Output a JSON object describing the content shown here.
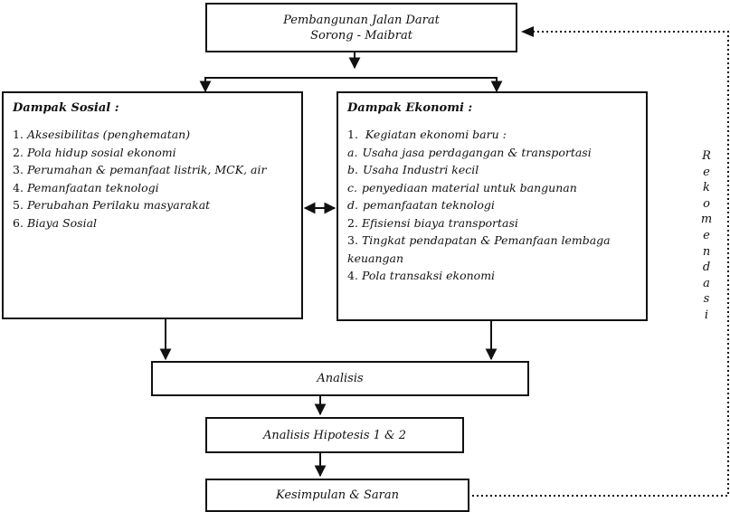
{
  "diagram": {
    "top_fragment": "",
    "top_box": {
      "line1": "Pembangunan  Jalan Darat",
      "line2": "Sorong - Maibrat"
    },
    "social_panel": {
      "title": "Dampak Sosial :",
      "items": [
        {
          "num": "1.",
          "text": "Aksesibilitas (penghematan)"
        },
        {
          "num": "2.",
          "text": "Pola hidup sosial ekonomi"
        },
        {
          "num": "3.",
          "text": "Perumahan & pemanfaat listrik, MCK, air"
        },
        {
          "num": "4.",
          "text": "Pemanfaatan teknologi"
        },
        {
          "num": "5.",
          "text": "Perubahan Perilaku masyarakat"
        },
        {
          "num": "6.",
          "text": "Biaya Sosial"
        }
      ]
    },
    "economic_panel": {
      "title": "Dampak Ekonomi :",
      "item1": {
        "num": "1.",
        "text": "Kegiatan ekonomi baru :"
      },
      "subitems": [
        {
          "letter": "a.",
          "text": "Usaha jasa perdagangan & transportasi"
        },
        {
          "letter": "b.",
          "text": "Usaha Industri kecil"
        },
        {
          "letter": "c.",
          "text": "penyediaan material untuk bangunan"
        },
        {
          "letter": "d.",
          "text": "pemanfaatan teknologi"
        }
      ],
      "items": [
        {
          "num": "2.",
          "text": "Efisiensi biaya transportasi"
        },
        {
          "num": "3.",
          "text": "Tingkat pendapatan & Pemanfaan lembaga keuangan"
        },
        {
          "num": "4.",
          "text": "Pola transaksi ekonomi"
        }
      ]
    },
    "analysis_box": "Analisis",
    "hypothesis_box": "Analisis Hipotesis 1 & 2",
    "conclusion_box": "Kesimpulan & Saran",
    "feedback_letters": [
      "R",
      "e",
      "k",
      "o",
      "m",
      "e",
      "n",
      "d",
      "a",
      "s",
      "i"
    ],
    "colors": {
      "stroke": "#111111",
      "background": "#ffffff"
    }
  }
}
